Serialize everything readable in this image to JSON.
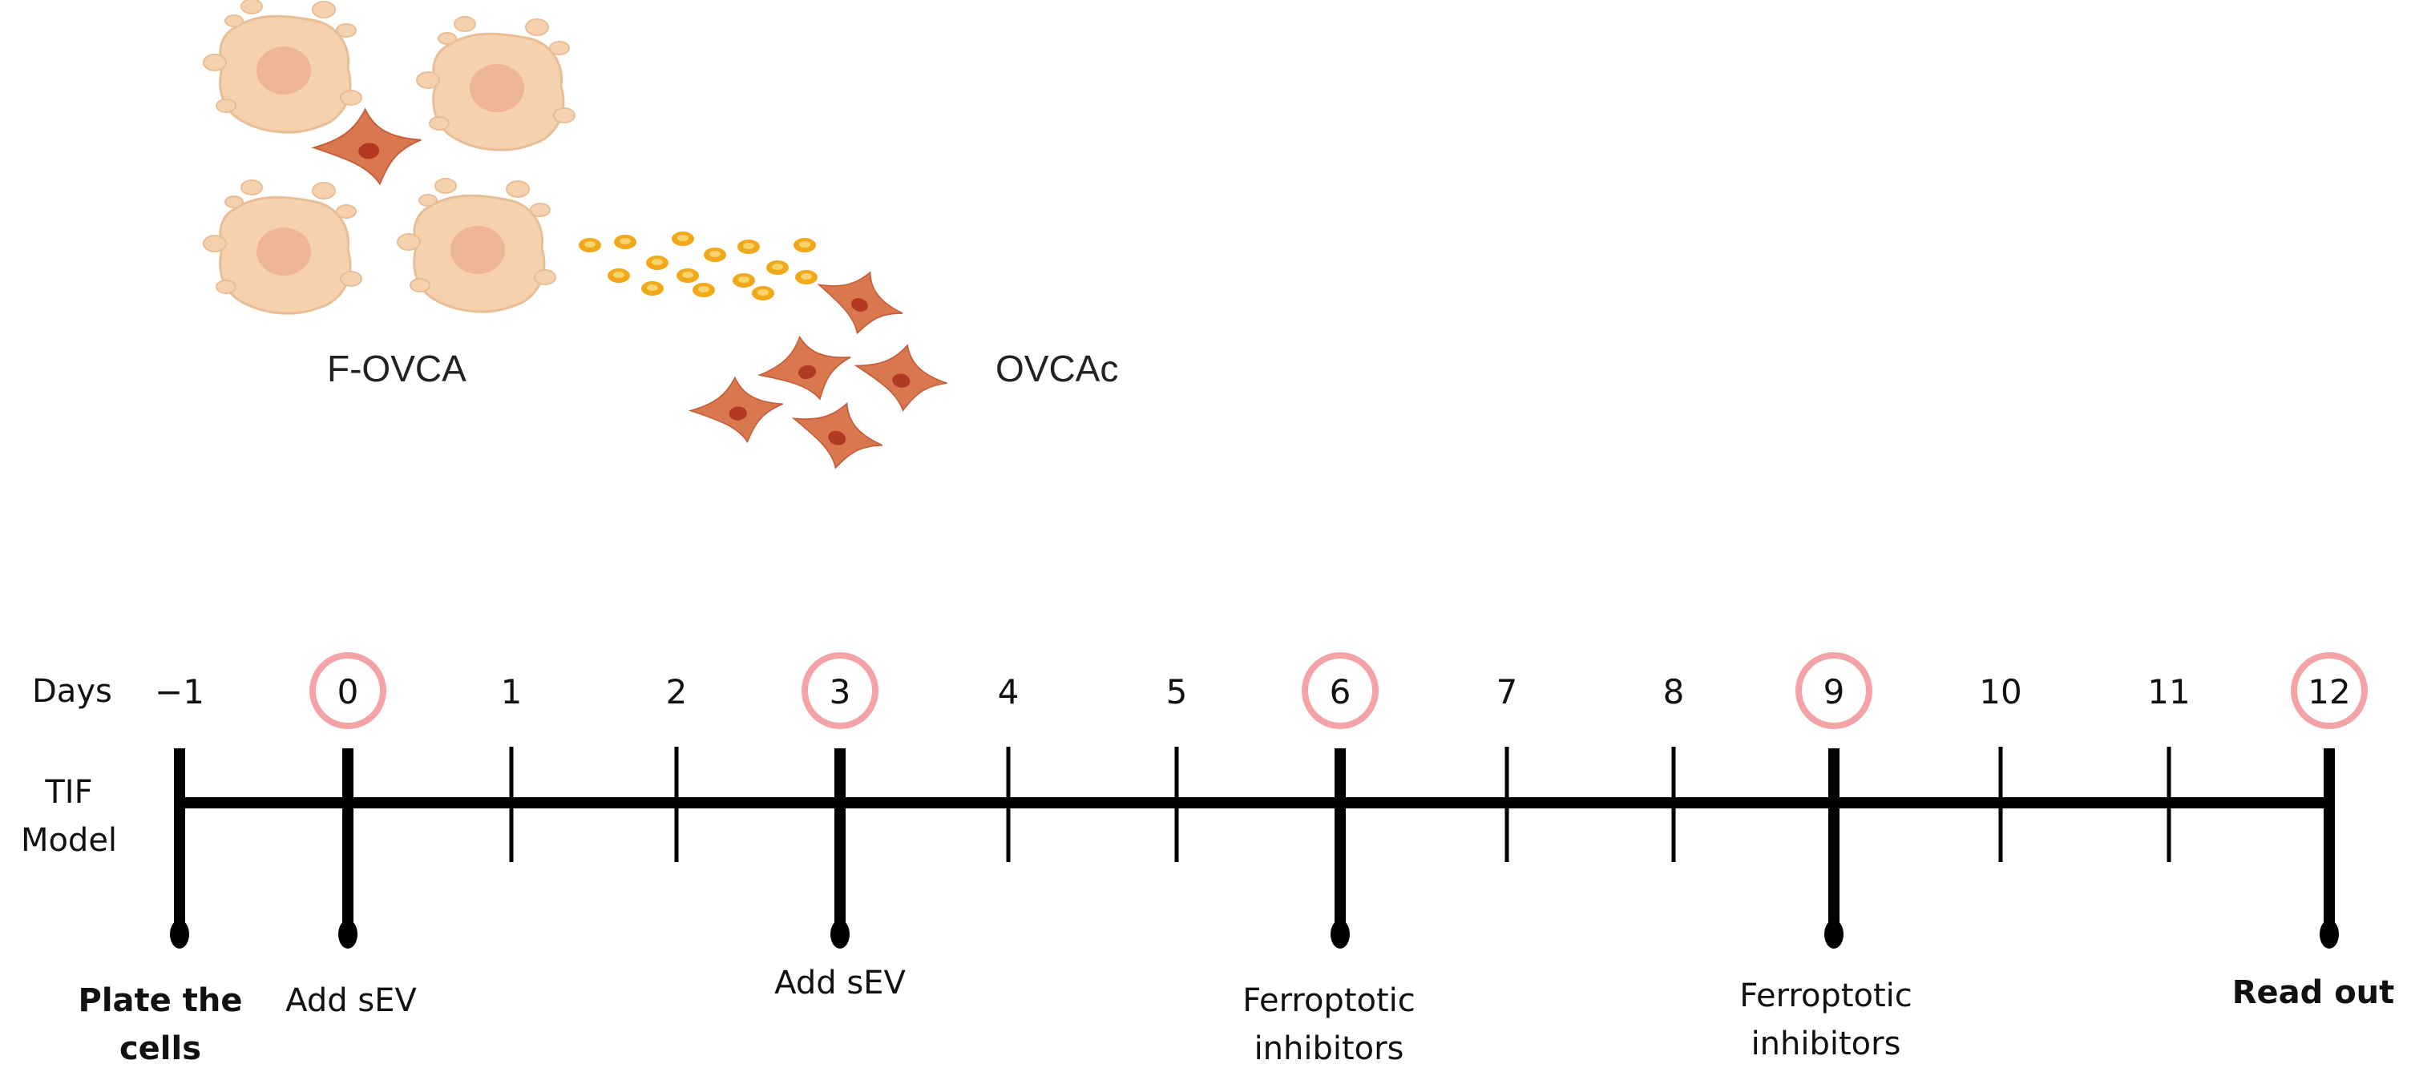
{
  "illustration": {
    "group_1_label": "F-OVCA",
    "group_2_label": "OVCAc",
    "colors": {
      "organoid_outer": "#F6D1AE",
      "organoid_inner": "#EDB28E",
      "organoid_stroke": "#E9BE96",
      "fibroblast_body": "#D9774F",
      "fibroblast_nucleus": "#B23A22",
      "vesicle_fill": "#F2A81B",
      "vesicle_core": "#F7D36B"
    }
  },
  "timeline": {
    "row_label_days": "Days",
    "row_label_model_line1": "TIF",
    "row_label_model_line2": "Model",
    "days": [
      "−1",
      "0",
      "1",
      "2",
      "3",
      "4",
      "5",
      "6",
      "7",
      "8",
      "9",
      "10",
      "11",
      "12"
    ],
    "highlighted_days": [
      "0",
      "3",
      "6",
      "9",
      "12"
    ],
    "highlight_color": "#F4A3A6",
    "line_color": "#000000",
    "events": [
      {
        "day": "−1",
        "lines": [
          "Plate the",
          "cells"
        ],
        "bold": true
      },
      {
        "day": "0",
        "lines": [
          "Add sEV"
        ],
        "bold": false
      },
      {
        "day": "3",
        "lines": [
          "Add sEV"
        ],
        "bold": false
      },
      {
        "day": "6",
        "lines": [
          "Ferroptotic",
          "inhibitors"
        ],
        "bold": false
      },
      {
        "day": "9",
        "lines": [
          "Ferroptotic",
          "inhibitors"
        ],
        "bold": false
      },
      {
        "day": "12",
        "lines": [
          "Read out"
        ],
        "bold": true
      }
    ]
  }
}
